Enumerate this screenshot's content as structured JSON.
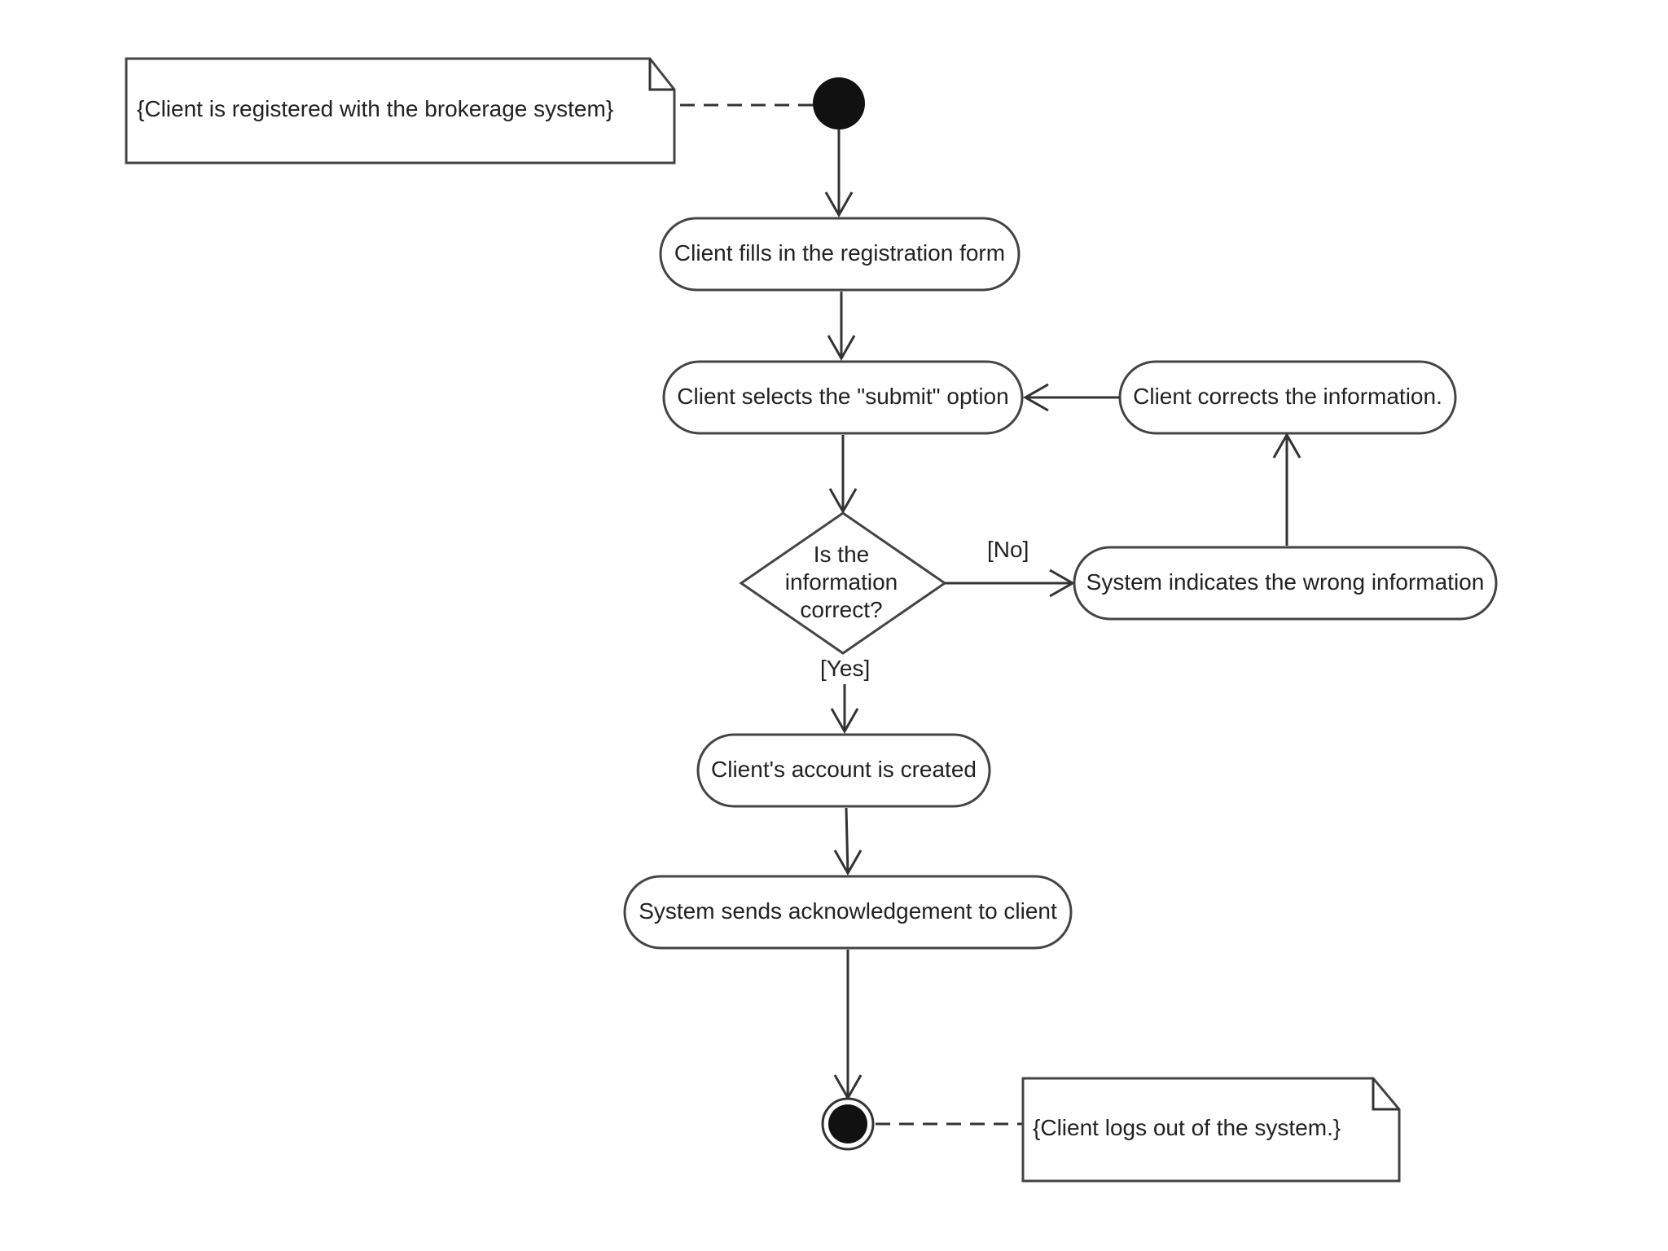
{
  "notes": {
    "start_note": "{Client is registered with the brokerage system}",
    "end_note": "{Client logs out of the system.}"
  },
  "activities": {
    "fill_form": "Client fills in the registration form",
    "select_submit": "Client selects the \"submit\" option",
    "corrects_info": "Client corrects the information.",
    "indicates_wrong": "System indicates the wrong information",
    "account_created": "Client's account is created",
    "sends_ack": "System sends acknowledgement to client"
  },
  "decision": {
    "line1": "Is the",
    "line2": "information",
    "line3": "correct?"
  },
  "guards": {
    "no": "[No]",
    "yes": "[Yes]"
  }
}
